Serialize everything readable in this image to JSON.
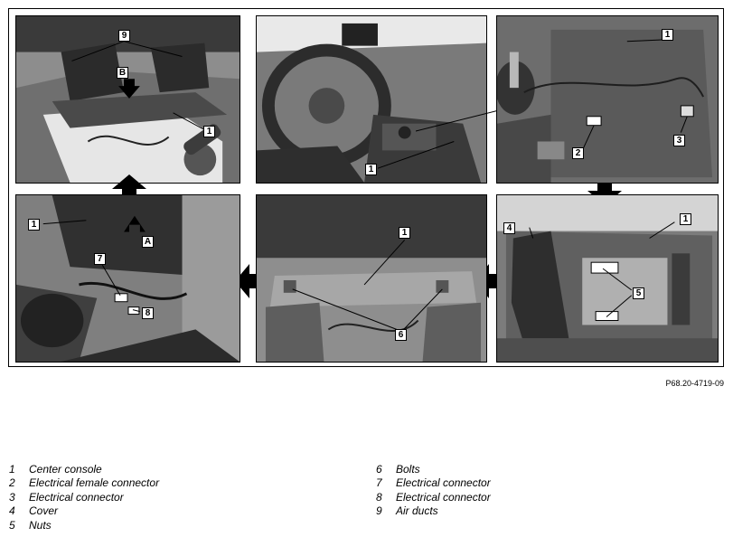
{
  "callouts": {
    "p1": [
      "9",
      "B",
      "1"
    ],
    "p2": [
      "1"
    ],
    "p3": [
      "1",
      "2",
      "3"
    ],
    "p4": [
      "1",
      "A",
      "7",
      "8"
    ],
    "p5": [
      "1",
      "6"
    ],
    "p6": [
      "4",
      "1",
      "5"
    ]
  },
  "figure_id": "P68.20-4719-09",
  "legend": {
    "left": [
      {
        "num": "1",
        "label": "Center console"
      },
      {
        "num": "2",
        "label": "Electrical female connector"
      },
      {
        "num": "3",
        "label": "Electrical connector"
      },
      {
        "num": "4",
        "label": "Cover"
      },
      {
        "num": "5",
        "label": "Nuts"
      }
    ],
    "right": [
      {
        "num": "6",
        "label": "Bolts"
      },
      {
        "num": "7",
        "label": "Electrical connector"
      },
      {
        "num": "8",
        "label": "Electrical connector"
      },
      {
        "num": "9",
        "label": "Air ducts"
      }
    ]
  }
}
